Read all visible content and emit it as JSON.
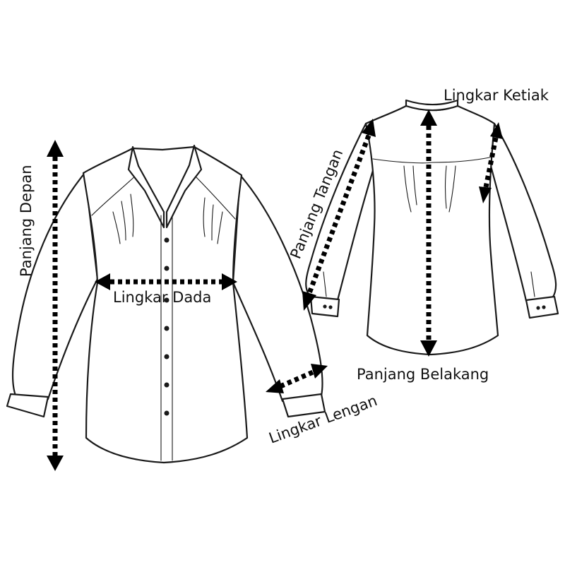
{
  "labels": {
    "panjang_depan": "Panjang Depan",
    "lingkar_dada": "Lingkar Dada",
    "lingkar_lengan": "Lingkar Lengan",
    "panjang_tangan": "Panjang Tangan",
    "lingkar_ketiak": "Lingkar Ketiak",
    "panjang_belakang": "Panjang Belakang"
  },
  "colors": {
    "line": "#1a1a1a",
    "arrow": "#000000",
    "background": "#ffffff"
  }
}
